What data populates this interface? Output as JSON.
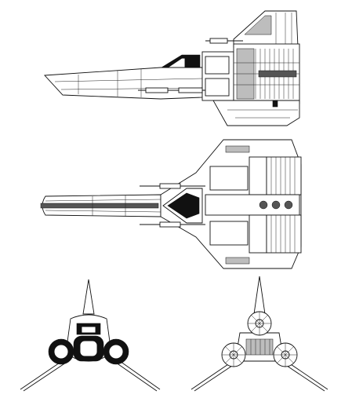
{
  "drawing": {
    "kind": "technical blueprint, four orthographic views of a spacecraft",
    "colors": {
      "ink": "#111111",
      "paper": "#ffffff",
      "shade": "#bdbdbd"
    },
    "views": [
      {
        "id": "side",
        "label": ""
      },
      {
        "id": "top",
        "label": ""
      },
      {
        "id": "front",
        "label": ""
      },
      {
        "id": "rear",
        "label": ""
      }
    ]
  }
}
